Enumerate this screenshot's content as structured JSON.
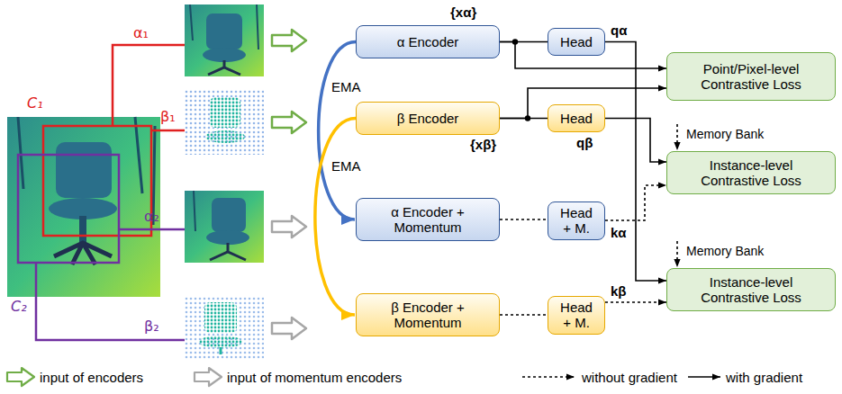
{
  "diagram": {
    "nodes": [
      {
        "text": [
          "α Encoder"
        ]
      },
      {
        "text": [
          "Head"
        ]
      },
      {
        "text": [
          "β Encoder"
        ]
      },
      {
        "text": [
          "Head"
        ]
      },
      {
        "text": [
          "α Encoder + Momentum"
        ]
      },
      {
        "text": [
          "Head + M."
        ]
      },
      {
        "text": [
          "β Encoder + Momentum"
        ]
      },
      {
        "text": [
          "Head + M."
        ]
      },
      {
        "text": [
          "Point/Pixel-level Contrastive Loss"
        ]
      },
      {
        "text": [
          "Instance-level Contrastive Loss"
        ]
      },
      {
        "text": [
          "Instance-level Contrastive Loss"
        ]
      }
    ],
    "edges": [
      {
        "from": 0,
        "to": 1,
        "arrow": "none"
      },
      {
        "from": 0,
        "to": 8,
        "arrow": "to"
      },
      {
        "from": 2,
        "to": 8,
        "arrow": "to"
      },
      {
        "from": 2,
        "to": 3,
        "arrow": "none"
      },
      {
        "from": 1,
        "to": 10,
        "arrow": "to"
      },
      {
        "from": 3,
        "to": 9,
        "arrow": "to"
      },
      {
        "from": 0,
        "to": 4,
        "arrow": "to"
      },
      {
        "from": 2,
        "to": 6,
        "arrow": "to"
      },
      {
        "from": 4,
        "to": 5,
        "arrow": "none"
      },
      {
        "from": 5,
        "to": 9,
        "arrow": "to"
      },
      {
        "from": 6,
        "to": 7,
        "arrow": "none"
      },
      {
        "from": 7,
        "to": 10,
        "arrow": "to"
      }
    ],
    "labels": [
      "C₁",
      "α₁",
      "β₁",
      "α₂",
      "β₂",
      "C₂",
      "{xα}",
      "{xβ}",
      "EMA",
      "EMA",
      "qα",
      "qβ",
      "kα",
      "kβ",
      "Memory Bank",
      "Memory Bank"
    ],
    "legend": [
      {
        "text": "input of encoders"
      },
      {
        "text": "input of momentum encoders"
      },
      {
        "text": "without gradient"
      },
      {
        "text": "with gradient"
      }
    ]
  }
}
